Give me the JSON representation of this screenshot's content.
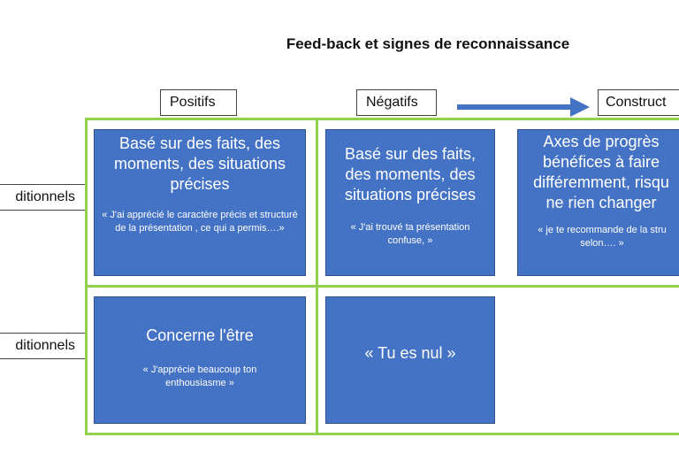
{
  "title": "Feed-back et signes de reconnaissance",
  "columns": {
    "positive": "Positifs",
    "negative": "Négatifs",
    "constructive": "Construct"
  },
  "rows": {
    "conditional": "ditionnels",
    "unconditional": "ditionnels"
  },
  "cards": {
    "pos_cond": {
      "main": "Basé sur des faits, des moments, des situations précises",
      "quote": "« J'ai apprécié le caractère précis et structuré de la présentation , ce qui a permis….»"
    },
    "neg_cond": {
      "main": "Basé sur des faits, des moments, des situations précises",
      "quote": "« J'ai trouvé ta présentation confuse, »"
    },
    "con_cond": {
      "main": "Axes de progrès bénéfices à faire différemment, risqu ne rien changer",
      "quote": "« je te recommande de la stru selon…. »"
    },
    "pos_uncond": {
      "main": "Concerne l'être",
      "quote": "« J'apprécie beaucoup ton enthousiasme »"
    },
    "neg_uncond": {
      "main": "« Tu es nul »"
    }
  },
  "colors": {
    "card": "#4472c4",
    "grid": "#92d050",
    "arrow": "#4472c4"
  }
}
